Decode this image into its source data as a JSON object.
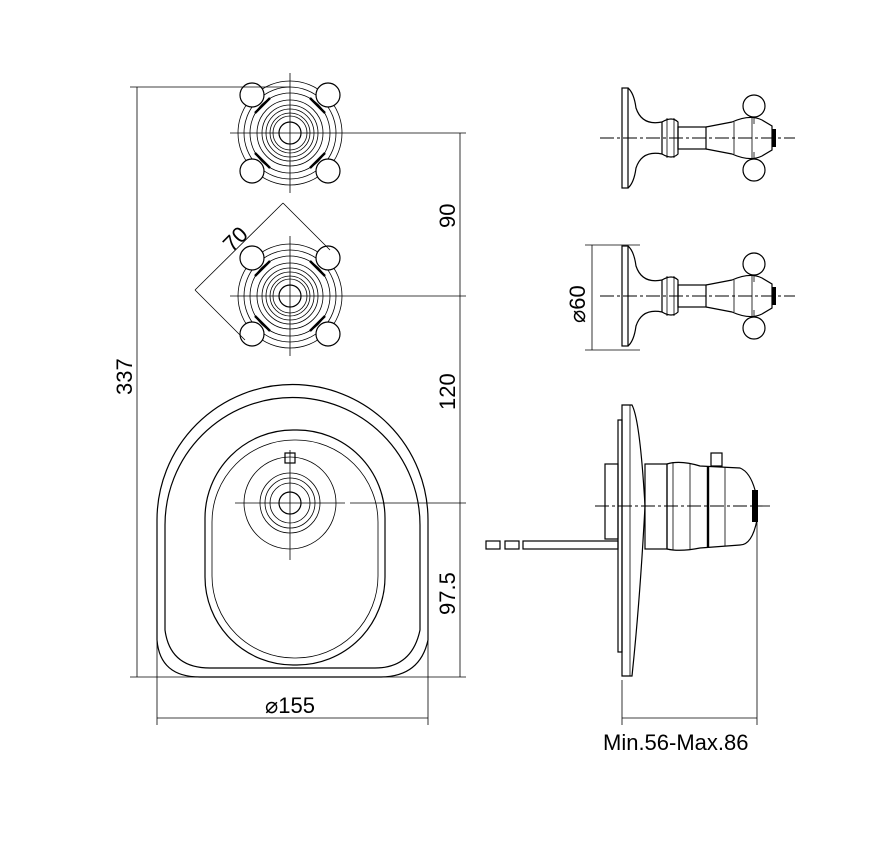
{
  "dimensions": {
    "total_height": "337",
    "handle_spacing": "90",
    "handle_to_valve": "120",
    "valve_to_bottom": "97.5",
    "handle_plate": "70",
    "plate_diameter": "⌀155",
    "handle_diameter": "⌀60",
    "depth_range": "Min.56-Max.86"
  },
  "colors": {
    "line": "#000000",
    "background": "#ffffff"
  }
}
